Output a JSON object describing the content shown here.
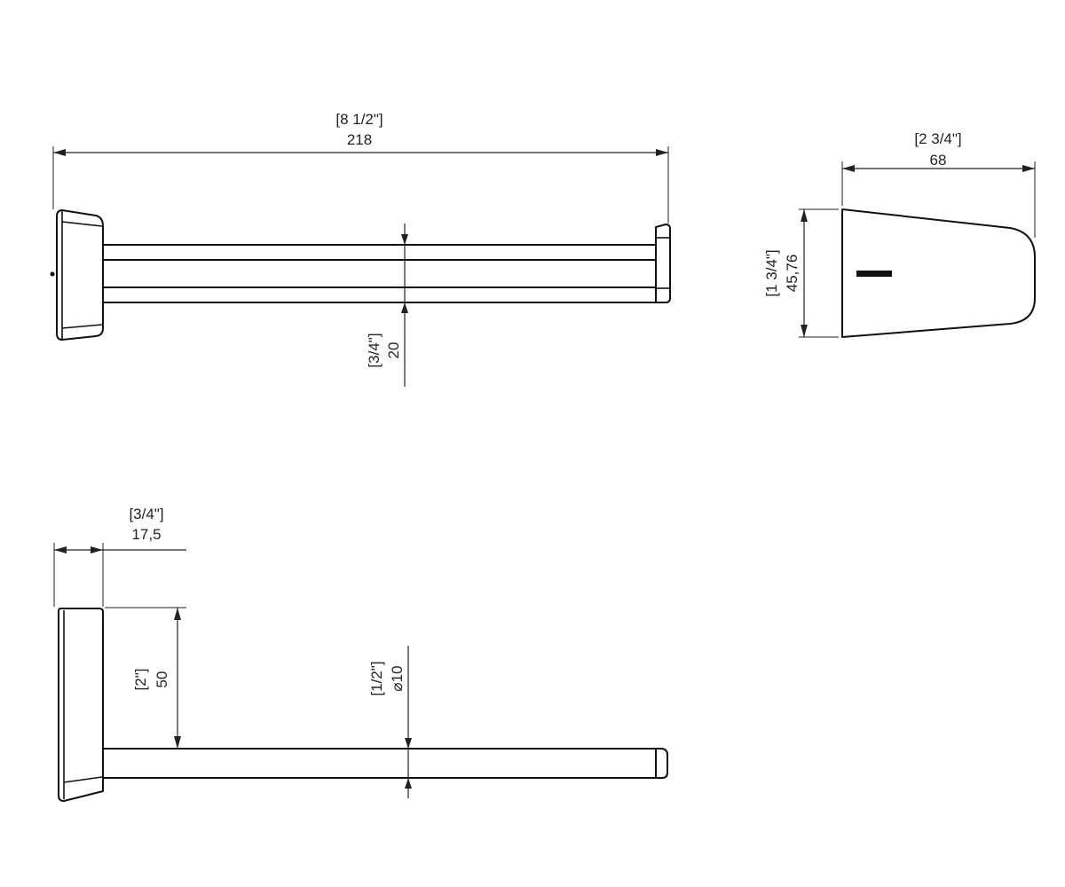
{
  "drawing": {
    "front_view": {
      "overall_length": {
        "inch": "[8 1/2\"]",
        "mm": "218"
      },
      "rod_spacing": {
        "inch": "[3/4\"]",
        "mm": "20"
      }
    },
    "end_view": {
      "width": {
        "inch": "[2 3/4\"]",
        "mm": "68"
      },
      "height": {
        "inch": "[1 3/4\"]",
        "mm": "45,76"
      }
    },
    "side_view": {
      "base_depth": {
        "inch": "[3/4\"]",
        "mm": "17,5"
      },
      "rod_height": {
        "inch": "[2\"]",
        "mm": "50"
      },
      "rod_diameter": {
        "inch": "[1/2\"]",
        "mm": "⌀10"
      }
    }
  }
}
